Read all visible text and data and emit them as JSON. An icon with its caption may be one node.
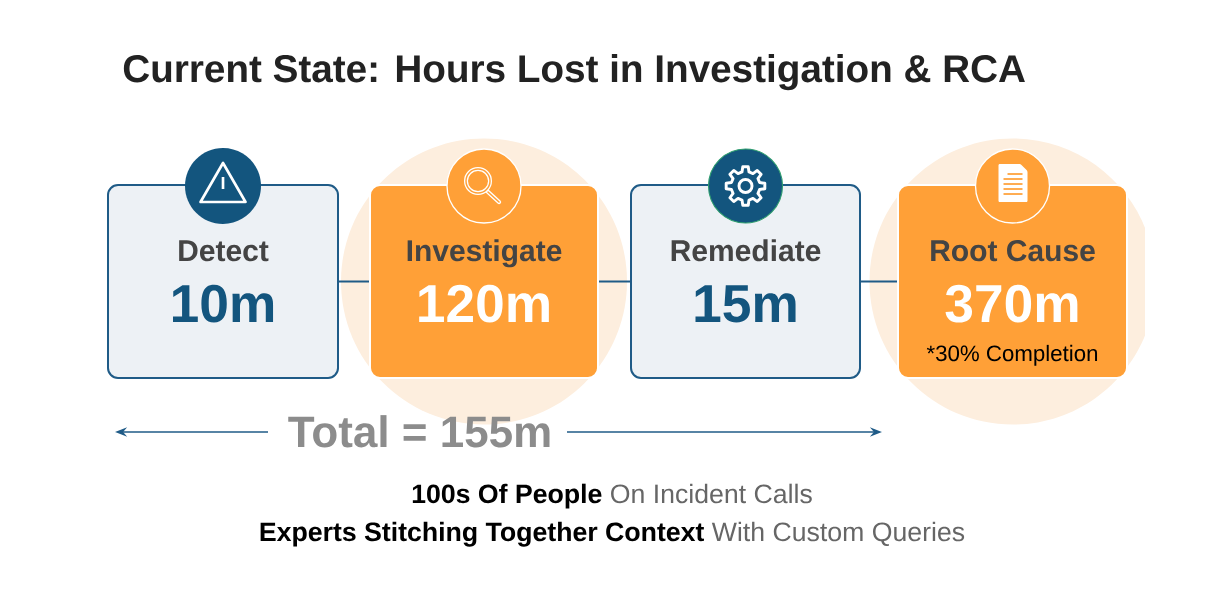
{
  "diagram": {
    "title": "Current State: Hours Lost in Investigation & RCA",
    "nodes": [
      {
        "text": [
          "Detect",
          "10m"
        ]
      },
      {
        "text": [
          "Investigate",
          "120m"
        ]
      },
      {
        "text": [
          "Remediate",
          "15m"
        ]
      },
      {
        "text": [
          "Root Cause",
          "370m",
          "*30% Completion"
        ]
      }
    ],
    "edges": [
      {
        "from": 0,
        "to": 1,
        "arrow": "none"
      },
      {
        "from": 1,
        "to": 2,
        "arrow": "none"
      },
      {
        "from": 2,
        "to": 3,
        "arrow": "none"
      }
    ],
    "labels": [
      "Total = 155m",
      "**100s Of People** On Incident Calls",
      "**Experts Stitching Together Context** With Custom Queries"
    ]
  }
}
